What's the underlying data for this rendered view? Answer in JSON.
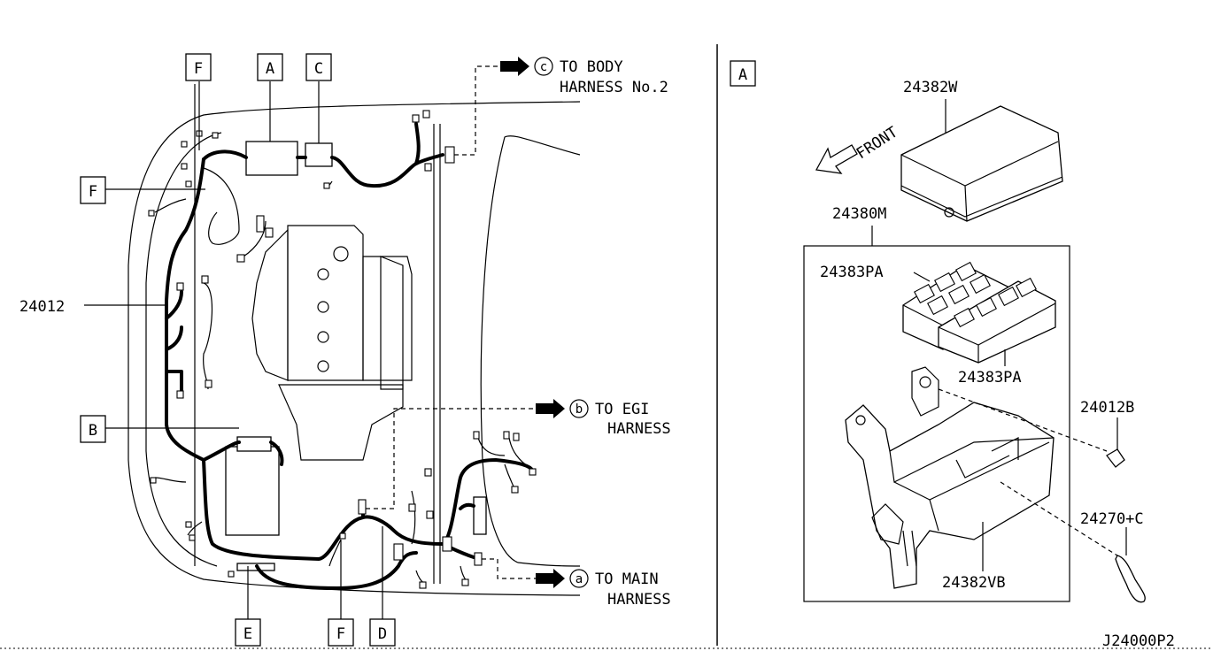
{
  "left_view": {
    "callout_boxes": {
      "a": "A",
      "b": "B",
      "c": "C",
      "d": "D",
      "e": "E",
      "f": "F"
    },
    "part_labels": {
      "harness": "24012"
    },
    "connections": {
      "body": {
        "circle": "c",
        "line1": "TO BODY",
        "line2": "HARNESS No.2"
      },
      "egi": {
        "circle": "b",
        "line1": "TO EGI",
        "line2": "HARNESS"
      },
      "main": {
        "circle": "a",
        "line1": "TO MAIN",
        "line2": "HARNESS"
      }
    }
  },
  "right_view": {
    "section_box": "A",
    "front_label": "FRONT",
    "parts": {
      "cover": "24382W",
      "assembly": "24380M",
      "block_upper": "24383PA",
      "block_lower": "24383PA",
      "bolt": "24012B",
      "clip": "24270+C",
      "bracket": "24382VB"
    }
  },
  "diagram_code": "J24000P2"
}
